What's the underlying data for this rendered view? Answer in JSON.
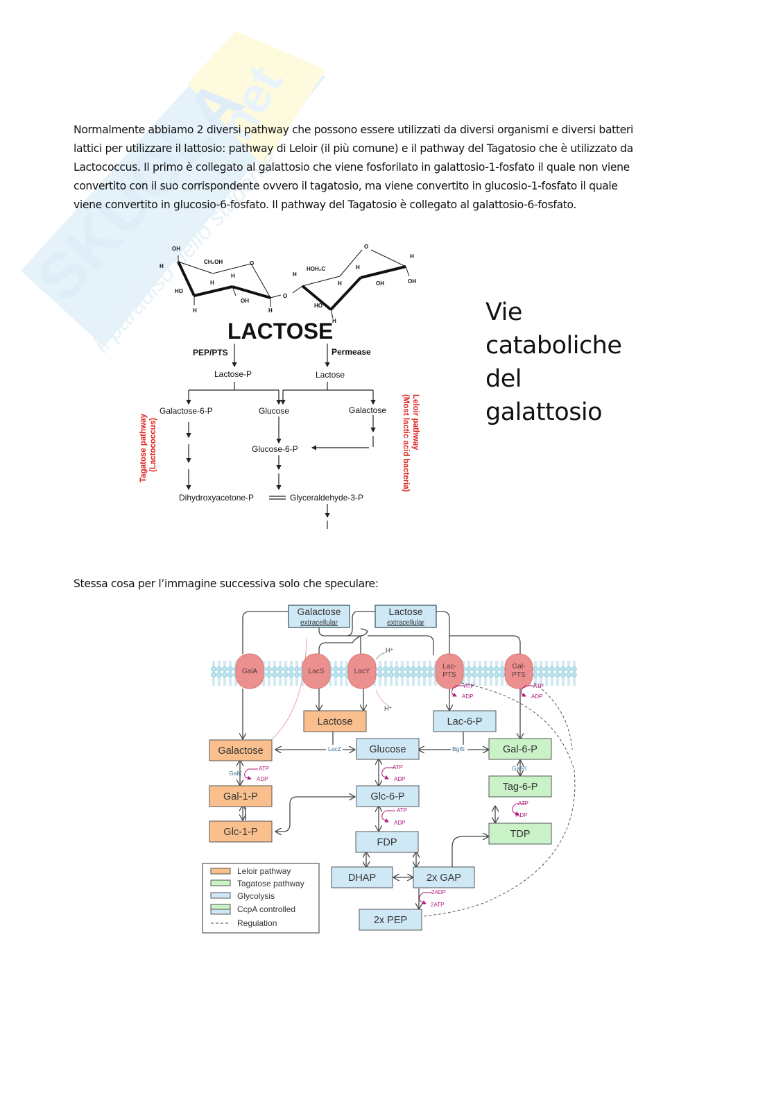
{
  "watermark": {
    "brand": "SKUOLA",
    "brand_suffix": ".net",
    "tagline": "il paradiso dello studente"
  },
  "intro_paragraph": {
    "lines": [
      "Normalmente abbiamo 2 diversi pathway che possono essere utilizzati da diversi organismi e diversi batteri",
      "lattici per utilizzare il lattosio: pathway di Leloir (il più comune) e il pathway del Tagatosio che è utilizzato da",
      "Lactococcus. Il primo è collegato al galattosio che viene fosforilato in galattosio-1-fosfato il quale non viene",
      "convertito con il suo corrispondente ovvero il tagatosio, ma viene convertito in glucosio-1-fosfato il quale",
      "viene convertito in glucosio-6-fosfato. Il pathway del Tagatosio è collegato al galattosio-6-fosfato."
    ]
  },
  "figure1": {
    "molecule_title": "LACTOSE",
    "atoms": {
      "oh_top": "OH",
      "h_left": "H",
      "ch2oh": "CH₂OH",
      "o_ring1": "O",
      "h1": "H",
      "h2": "H",
      "ho_left": "HO",
      "oh_mid": "OH",
      "h_bottom1": "H",
      "h_bottom2": "H",
      "o_bridge": "O",
      "h_ring2": "H",
      "hoh2c": "HOH₂C",
      "o_ring2": "O",
      "h3": "H",
      "h4": "H",
      "h_right": "H",
      "oh_ring2": "OH",
      "oh_right": "OH",
      "ho_ring2": "HO",
      "h_bottom3": "H"
    },
    "labels": {
      "pep_pts": "PEP/PTS",
      "permease": "Permease",
      "lactose_p": "Lactose-P",
      "lactose": "Lactose",
      "galactose_6p": "Galactose-6-P",
      "glucose": "Glucose",
      "galactose": "Galactose",
      "glucose_6p": "Glucose-6-P",
      "dhap": "Dihydroxyacetone-P",
      "gap": "Glyceraldehyde-3-P"
    },
    "side_labels": {
      "tagatose_line1": "Tagatose pathway",
      "tagatose_line2": "(Lactococcus)",
      "leloir_line1": "Leloir pathway",
      "leloir_line2": "(Most lactic acid bacteria)"
    },
    "accent_color": "#e0201c"
  },
  "side_title": {
    "lines": [
      "Vie",
      "cataboliche",
      "del",
      "galattosio"
    ]
  },
  "caption2": "Stessa cosa per l’immagine successiva solo che speculare:",
  "figure2": {
    "extracellular": {
      "galactose": "Galactose",
      "lactose": "Lactose",
      "sub": "extracellular"
    },
    "transporters": {
      "gala": "GalA",
      "lacs": "LacS",
      "lacy": "LacY",
      "lac_pts_1": "Lac-",
      "lac_pts_2": "PTS",
      "gal_pts_1": "Gal-",
      "gal_pts_2": "PTS"
    },
    "ions": {
      "h_plus": "H⁺"
    },
    "cofactors": {
      "atp": "ATP",
      "adp": "ADP",
      "two_adp": "2ADP",
      "two_atp": "2ATP"
    },
    "enzymes": {
      "lacz": "LacZ",
      "bgls": "BglS",
      "galk": "GalK",
      "galpi": "GalPI"
    },
    "boxes": {
      "lactose": "Lactose",
      "lac6p": "Lac-6-P",
      "galactose": "Galactose",
      "glucose": "Glucose",
      "gal6p": "Gal-6-P",
      "gal1p": "Gal-1-P",
      "glc6p": "Glc-6-P",
      "tag6p": "Tag-6-P",
      "glc1p": "Glc-1-P",
      "fdp": "FDP",
      "tdp": "TDP",
      "dhap": "DHAP",
      "gap": "2x GAP",
      "pep": "2x PEP"
    },
    "legend": [
      {
        "label": "Leloir pathway",
        "color": "#f9c08e"
      },
      {
        "label": "Tagatose pathway",
        "color": "#c9f2c7"
      },
      {
        "label": "Glycolysis",
        "color": "#cfe8f5"
      },
      {
        "label": "CcpA controlled",
        "color": "split"
      },
      {
        "label": "Regulation",
        "color": "dashed"
      }
    ],
    "colors": {
      "leloir": "#f9c08e",
      "tagatose": "#c9f2c7",
      "glycolysis": "#cfe8f5",
      "transporter": "#ec8f8f",
      "membrane": "#9fd8e6",
      "cofactor": "#b0187a",
      "enzyme": "#3a6f8f"
    }
  }
}
